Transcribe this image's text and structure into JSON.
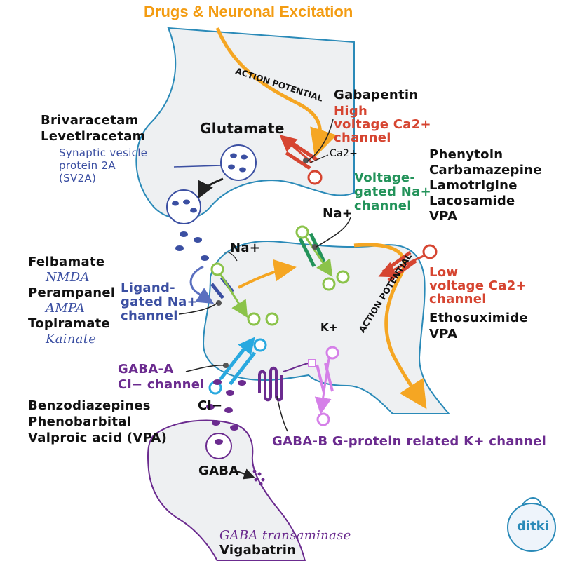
{
  "title": "Drugs & Neuronal Excitation",
  "presynaptic": {
    "transmitter": "Glutamate",
    "action_potential": "ACTION POTENTIAL",
    "sv2a_drugs": [
      "Brivaracetam",
      "Levetiracetam"
    ],
    "sv2a_target": [
      "Synaptic vesicle",
      "protein 2A",
      "(SV2A)"
    ]
  },
  "hv_calcium": {
    "drug": "Gabapentin",
    "channel": [
      "High",
      "voltage Ca2+",
      "channel"
    ],
    "ion": "Ca2+"
  },
  "vg_sodium": {
    "channel": [
      "Voltage-",
      "gated Na+",
      "channel"
    ],
    "ion": "Na+",
    "drugs": [
      "Phenytoin",
      "Carbamazepine",
      "Lamotrigine",
      "Lacosamide",
      "VPA"
    ]
  },
  "ligand_gated": {
    "ion": "Na+",
    "channel": [
      "Ligand-",
      "gated Na+",
      "channel"
    ],
    "drugs": [
      {
        "drug": "Felbamate",
        "target": "NMDA"
      },
      {
        "drug": "Perampanel",
        "target": "AMPA"
      },
      {
        "drug": "Topiramate",
        "target": "Kainate"
      }
    ]
  },
  "postsynaptic": {
    "action_potential": "ACTION POTENTIAL"
  },
  "lv_calcium": {
    "channel": [
      "Low",
      "voltage Ca2+",
      "channel"
    ],
    "drugs": [
      "Ethosuximide",
      "VPA"
    ]
  },
  "gaba_a": {
    "channel": [
      "GABA-A",
      "Cl− channel"
    ],
    "ion": "Cl−",
    "drugs": [
      "Benzodiazepines",
      "Phenobarbital",
      "Valproic acid (VPA)"
    ]
  },
  "gaba_b": {
    "ion": "K+",
    "label": "GABA-B G-protein related K+ channel"
  },
  "gaba_terminal": {
    "transmitter": "GABA",
    "enzyme": "GABA transaminase",
    "drug": "Vigabatrin"
  },
  "logo": "ditki",
  "colors": {
    "title": "#f39c12",
    "action_potential": "#f5a623",
    "hv_calcium": "#d64531",
    "vg_sodium": "#23935a",
    "ligand": "#3b4fa2",
    "gaba": "#6b2b8f",
    "sodium_ion": "#8bc34a",
    "chloride": "#29a9e0",
    "potassium": "#d580e8"
  }
}
